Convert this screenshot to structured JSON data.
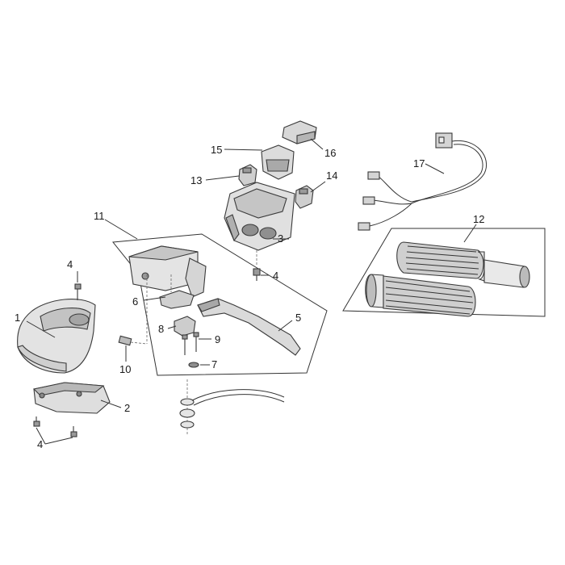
{
  "callouts": {
    "c1": "1",
    "c2": "2",
    "c3": "3",
    "c4a": "4",
    "c4b": "4",
    "c4c": "4",
    "c5": "5",
    "c6": "6",
    "c7": "7",
    "c8": "8",
    "c9": "9",
    "c10": "10",
    "c11": "11",
    "c12": "12",
    "c13": "13",
    "c14": "14",
    "c15": "15",
    "c16": "16",
    "c17": "17"
  },
  "colors": {
    "line": "#333333",
    "part_fill": "#e2e2e2",
    "part_dark": "#8a8a8a",
    "grip_fill": "#cfcfcf"
  }
}
